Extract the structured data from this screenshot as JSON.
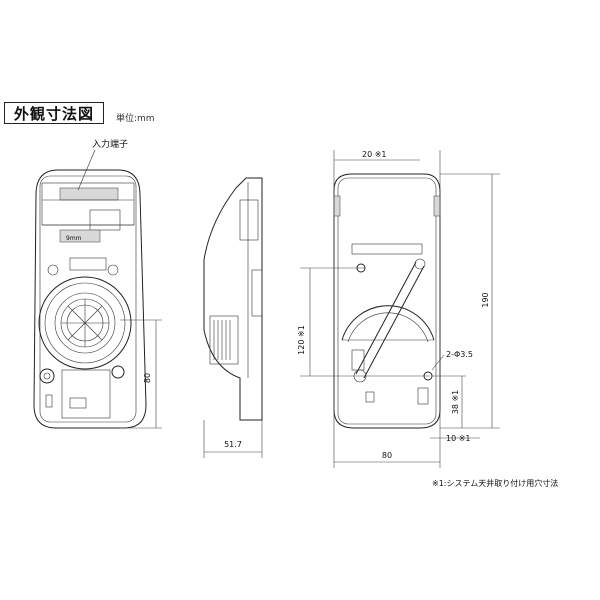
{
  "title": "外観寸法図",
  "unit": "単位:mm",
  "labels": {
    "input_terminal": "入力端子",
    "device_marking": "9mm"
  },
  "dimensions": {
    "front_height": "80",
    "side_depth": "51.7",
    "mount_top": "20 ※1",
    "mount_height": "120 ※1",
    "total_height": "190",
    "hole_spec": "2-Φ3.5",
    "mount_lower": "38 ※1",
    "mount_side": "10 ※1",
    "back_width": "80"
  },
  "footnote": "※1:システム天井取り付け用穴寸法"
}
